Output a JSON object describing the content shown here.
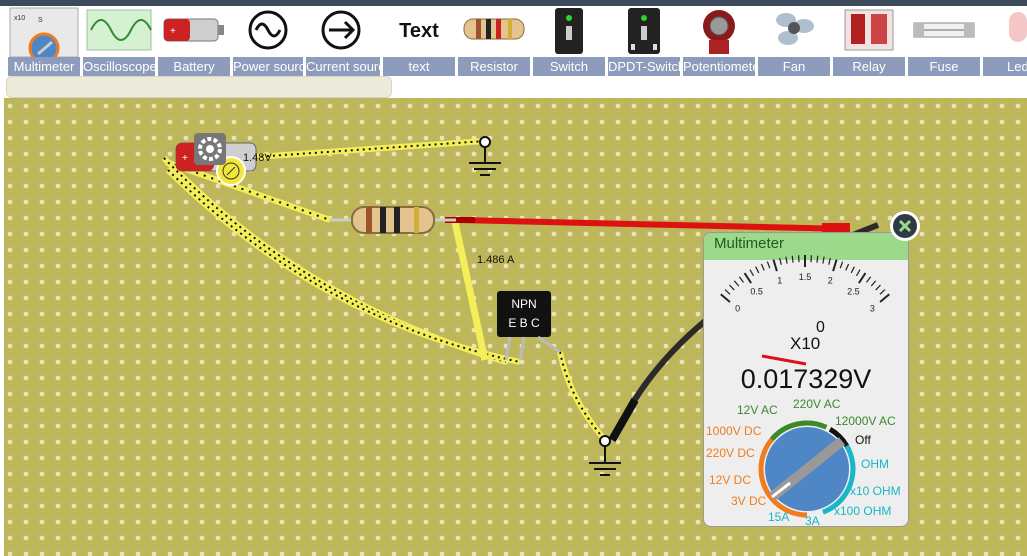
{
  "toolbar": {
    "items": [
      {
        "label": "Multimeter"
      },
      {
        "label": "Oscilloscope"
      },
      {
        "label": "Battery"
      },
      {
        "label": "Power source"
      },
      {
        "label": "Current source"
      },
      {
        "label": "text",
        "icon_text": "Text"
      },
      {
        "label": "Resistor"
      },
      {
        "label": "Switch"
      },
      {
        "label": "DPDT-Switch"
      },
      {
        "label": "Potentiometer"
      },
      {
        "label": "Fan"
      },
      {
        "label": "Relay"
      },
      {
        "label": "Fuse"
      },
      {
        "label": "Led"
      }
    ]
  },
  "circuit": {
    "battery_voltage_label": "1.48V",
    "current_label": "1.486 A",
    "transistor": {
      "type": "NPN",
      "pins": "E B C"
    }
  },
  "multimeter": {
    "title": "Multimeter",
    "scale_ticks": [
      "0",
      "0.5",
      "1",
      "1.5",
      "2",
      "2.5",
      "3"
    ],
    "center_zero": "0",
    "multiplier": "X10",
    "reading": "0.017329V",
    "dial_labels": {
      "ac12": "12V AC",
      "ac220": "220V AC",
      "ac12000": "12000V AC",
      "off": "Off",
      "dc1000": "1000V DC",
      "dc220": "220V DC",
      "ohm": "OHM",
      "dc12": "12V DC",
      "x10ohm": "x10 OHM",
      "dc3": "3V DC",
      "x100ohm": "x100 OHM",
      "a15": "15A",
      "a3": "3A"
    },
    "needle_value": 0.17
  },
  "colors": {
    "board": "#bdb65a",
    "red_probe": "#dd1111",
    "black_probe": "#2b2b2b",
    "wire_yellow": "#f4ee5a",
    "dial_blue": "#4f86c6",
    "ac_green": "#3a8a2a",
    "dc_orange": "#f07c1e",
    "ohm_cyan": "#17b7c9",
    "toolbar_label_bg": "#8d9cbc"
  }
}
